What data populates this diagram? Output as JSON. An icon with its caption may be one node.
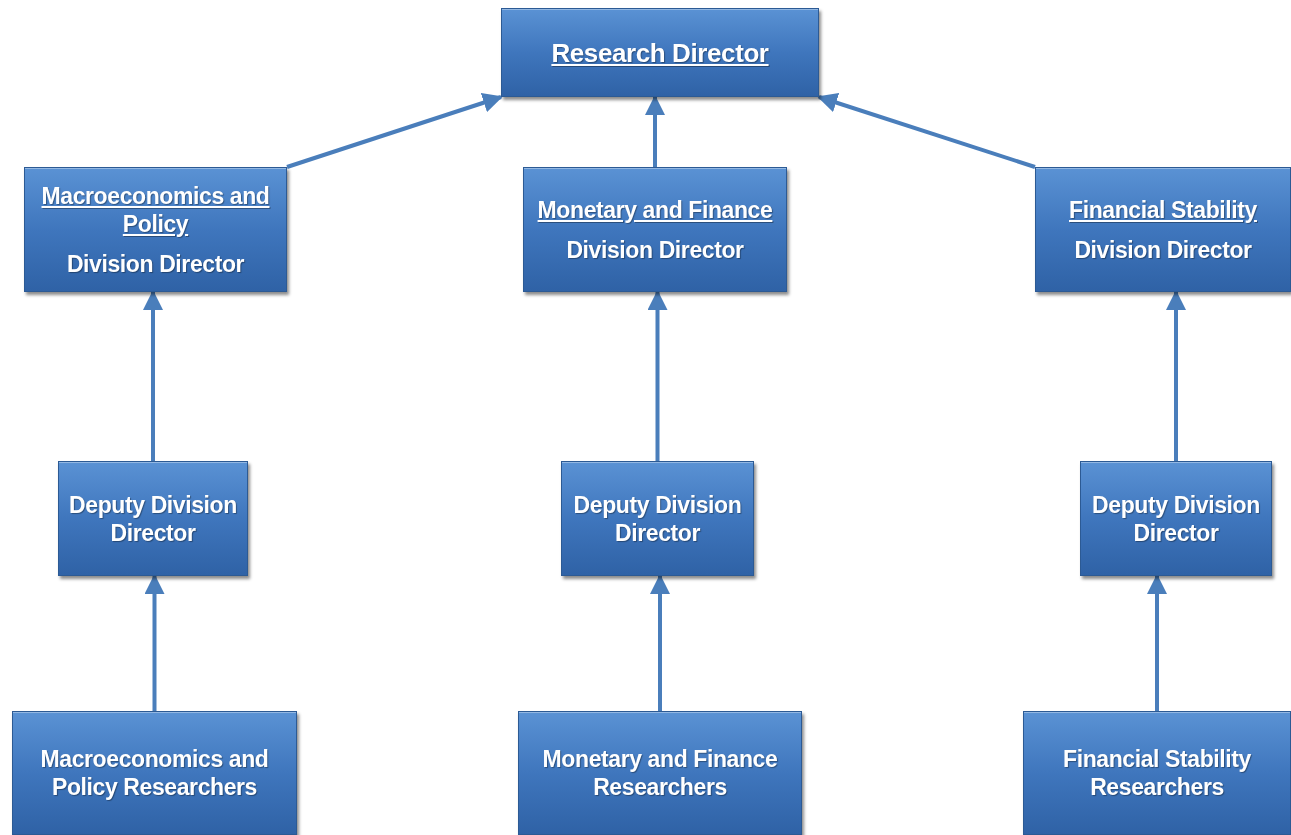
{
  "diagram": {
    "nodes": [
      {
        "text": [
          "Research Director"
        ]
      },
      {
        "text": [
          "Macroeconomics and Policy",
          "Division Director"
        ]
      },
      {
        "text": [
          "Monetary and Finance",
          "Division Director"
        ]
      },
      {
        "text": [
          "Financial Stability",
          "Division Director"
        ]
      },
      {
        "text": [
          "Deputy Division Director"
        ]
      },
      {
        "text": [
          "Deputy Division Director"
        ]
      },
      {
        "text": [
          "Deputy Division Director"
        ]
      },
      {
        "text": [
          "Macroeconomics and Policy Researchers"
        ]
      },
      {
        "text": [
          "Monetary and Finance Researchers"
        ]
      },
      {
        "text": [
          "Financial Stability Researchers"
        ]
      }
    ],
    "edges": [
      {
        "from": 1,
        "to": 0,
        "arrow": "to"
      },
      {
        "from": 2,
        "to": 0,
        "arrow": "to"
      },
      {
        "from": 3,
        "to": 0,
        "arrow": "to"
      },
      {
        "from": 4,
        "to": 1,
        "arrow": "to"
      },
      {
        "from": 5,
        "to": 2,
        "arrow": "to"
      },
      {
        "from": 6,
        "to": 3,
        "arrow": "to"
      },
      {
        "from": 7,
        "to": 4,
        "arrow": "to"
      },
      {
        "from": 8,
        "to": 5,
        "arrow": "to"
      },
      {
        "from": 9,
        "to": 6,
        "arrow": "to"
      }
    ]
  }
}
